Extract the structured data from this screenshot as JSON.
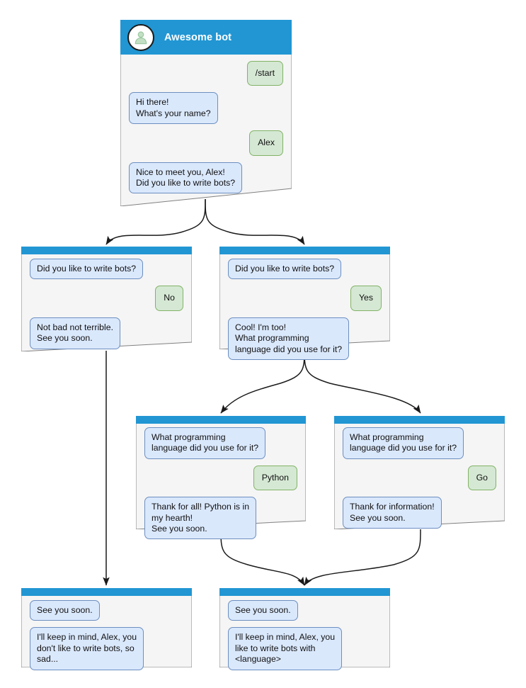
{
  "diagram": {
    "title": "Awesome bot conversation flow",
    "colors": {
      "header_blue": "#2196d3",
      "card_fill": "#f5f5f5",
      "card_stroke": "#808080",
      "bot_bubble_fill": "#dae8fc",
      "bot_bubble_stroke": "#6c8ebf",
      "user_bubble_fill": "#d5e8d4",
      "user_bubble_stroke": "#82b366",
      "connector": "#1a1a1a",
      "avatar_glyph": "#9ac7a0"
    }
  },
  "cards": {
    "start": {
      "id": "start",
      "header_type": "titlebar",
      "bot_name": "Awesome bot",
      "avatar_icon": "person-avatar-icon",
      "messages": [
        {
          "side": "user",
          "text": "/start"
        },
        {
          "side": "bot",
          "text": "Hi there!\nWhat's your name?"
        },
        {
          "side": "user",
          "text": "Alex"
        },
        {
          "side": "bot",
          "text": "Nice to meet you, Alex!\nDid you like to write bots?"
        }
      ]
    },
    "answer_no": {
      "id": "answer-no",
      "header_type": "slimbar",
      "messages": [
        {
          "side": "bot",
          "text": "Did you like to write bots?"
        },
        {
          "side": "user",
          "text": "No"
        },
        {
          "side": "bot",
          "text": "Not bad not terrible.\nSee you soon."
        }
      ]
    },
    "answer_yes": {
      "id": "answer-yes",
      "header_type": "slimbar",
      "messages": [
        {
          "side": "bot",
          "text": "Did you like to write bots?"
        },
        {
          "side": "user",
          "text": "Yes"
        },
        {
          "side": "bot",
          "text": "Cool! I'm too!\nWhat programming\nlanguage did you use for it?"
        }
      ]
    },
    "lang_python": {
      "id": "lang-python",
      "header_type": "slimbar",
      "messages": [
        {
          "side": "bot",
          "text": "What programming\nlanguage did you use for it?"
        },
        {
          "side": "user",
          "text": "Python"
        },
        {
          "side": "bot",
          "text": "Thank for all! Python is in\nmy hearth!\nSee you soon."
        }
      ]
    },
    "lang_go": {
      "id": "lang-go",
      "header_type": "slimbar",
      "messages": [
        {
          "side": "bot",
          "text": "What programming\nlanguage did you use for it?"
        },
        {
          "side": "user",
          "text": "Go"
        },
        {
          "side": "bot",
          "text": "Thank for information!\nSee you soon."
        }
      ]
    },
    "end_sad": {
      "id": "end-sad",
      "header_type": "slimbar",
      "messages": [
        {
          "side": "bot",
          "text": "See you soon."
        },
        {
          "side": "bot",
          "text": "I'll keep in mind, Alex, you\ndon't like to write bots, so\nsad..."
        }
      ]
    },
    "end_happy": {
      "id": "end-happy",
      "header_type": "slimbar",
      "messages": [
        {
          "side": "bot",
          "text": "See you soon."
        },
        {
          "side": "bot",
          "text": "I'll keep in mind, Alex, you\nlike to write bots with\n<language>"
        }
      ]
    }
  }
}
